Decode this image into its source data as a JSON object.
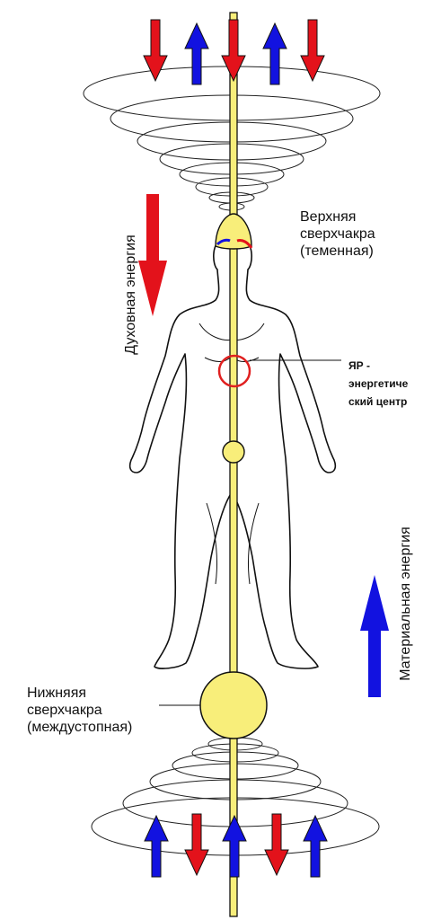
{
  "labels": {
    "upper_chakra": [
      "Верхняя",
      "сверхчакра",
      "(теменная)"
    ],
    "lower_chakra": [
      "Нижняяя",
      "сверхчакра",
      "(междустопная)"
    ],
    "ya_center": [
      "ЯР -",
      "энергетиче",
      "ский центр"
    ],
    "spiritual_energy": "Духовная энергия",
    "material_energy": "Материальная энергия"
  },
  "colors": {
    "down_arrow": "#e3121b",
    "up_arrow": "#1212e0",
    "channel": "#f8ee7a",
    "outline": "#111111",
    "ya_circle": "#e02020"
  },
  "icons": {
    "top_arrows": [
      "down-arrow-red",
      "up-arrow-blue",
      "down-arrow-red",
      "up-arrow-blue",
      "down-arrow-red"
    ],
    "bottom_arrows": [
      "up-arrow-blue",
      "down-arrow-red",
      "up-arrow-blue",
      "down-arrow-red",
      "up-arrow-blue"
    ]
  }
}
